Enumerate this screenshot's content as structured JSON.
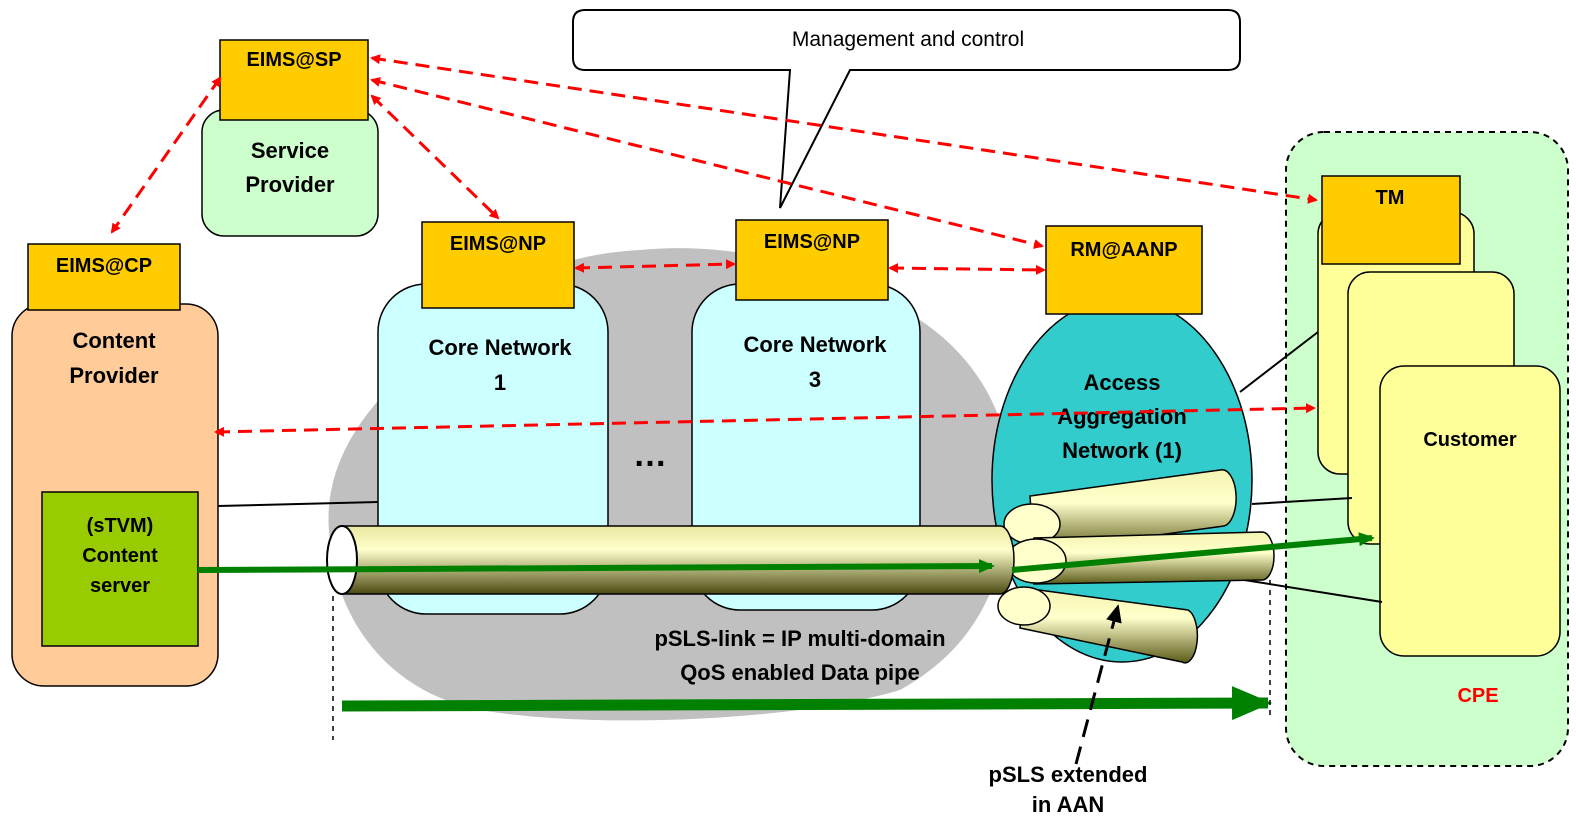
{
  "callout": {
    "text": "Management and control"
  },
  "service_provider": {
    "tag": "EIMS@SP",
    "label_line1": "Service",
    "label_line2": "Provider"
  },
  "content_provider": {
    "tag": "EIMS@CP",
    "label_line1": "Content",
    "label_line2": "Provider",
    "server_line1": "(sTVM)",
    "server_line2": "Content",
    "server_line3": "server"
  },
  "core1": {
    "tag": "EIMS@NP",
    "label_line1": "Core Network",
    "label_line2": "1"
  },
  "core3": {
    "tag": "EIMS@NP",
    "label_line1": "Core Network",
    "label_line2": "3"
  },
  "ellipsis": "…",
  "access": {
    "tag": "RM@AANP",
    "label_line1": "Access",
    "label_line2": "Aggregation",
    "label_line3": "Network (1)"
  },
  "cpe": {
    "tag": "TM",
    "customer_label": "Customer",
    "label": "CPE"
  },
  "pipe_caption": {
    "line1": "pSLS-link = IP multi-domain",
    "line2": "QoS enabled Data pipe"
  },
  "extended_caption": {
    "line1": "pSLS extended",
    "line2": "in AAN"
  },
  "colors": {
    "tag_fill": "#ffcc00",
    "service_provider_fill": "#ccffcc",
    "content_provider_fill": "#ffcc99",
    "content_server_fill": "#99cc00",
    "core_fill": "#ccffff",
    "cloud_fill": "#c0c0c0",
    "access_fill": "#33cccc",
    "cpe_fill": "#ccffcc",
    "customer_fill": "#ffff99",
    "dashed_arrow": "#ff0000",
    "flow_arrow": "#008000",
    "cpe_label": "#ff0000"
  }
}
